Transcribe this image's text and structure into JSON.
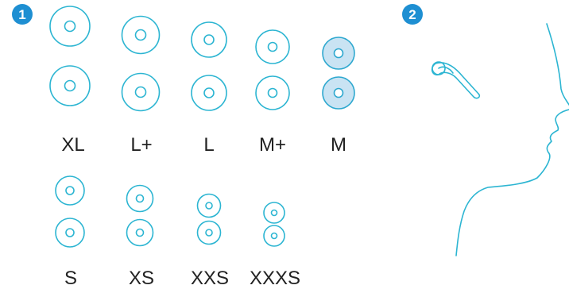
{
  "steps": {
    "step1": "1",
    "step2": "2"
  },
  "sizes": {
    "top_row": [
      {
        "label": "XL",
        "selected": false
      },
      {
        "label": "L+",
        "selected": false
      },
      {
        "label": "L",
        "selected": false
      },
      {
        "label": "M+",
        "selected": false
      },
      {
        "label": "M",
        "selected": true
      }
    ],
    "bottom_row": [
      {
        "label": "S"
      },
      {
        "label": "XS"
      },
      {
        "label": "XXS"
      },
      {
        "label": "XXXS"
      }
    ]
  },
  "colors": {
    "badge": "#1e8fd2",
    "outline": "#2cb5d2",
    "selected_fill": "#c9e3f3",
    "label_text": "#222222"
  },
  "icons": {
    "earbud": "earbud-icon",
    "profile": "head-profile-illustration"
  }
}
